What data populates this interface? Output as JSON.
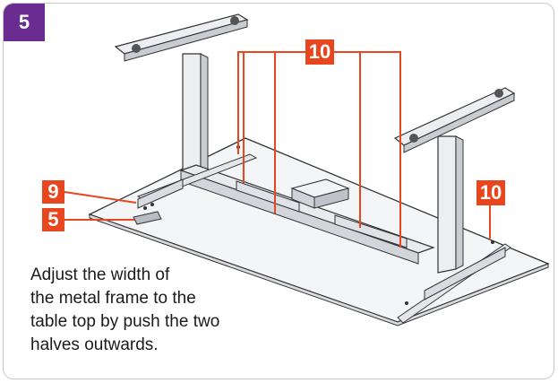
{
  "step": {
    "number": "5"
  },
  "callouts": {
    "top_parts": "10",
    "left_upper": "9",
    "left_lower": "5",
    "right": "10"
  },
  "instruction": {
    "text": "Adjust the width of\nthe metal frame to the\ntable top by push the  two\nhalves outwards."
  },
  "colors": {
    "badge": "#6a2c91",
    "callout": "#e8461f",
    "frame": "#e9ebee",
    "outline": "#333333"
  }
}
